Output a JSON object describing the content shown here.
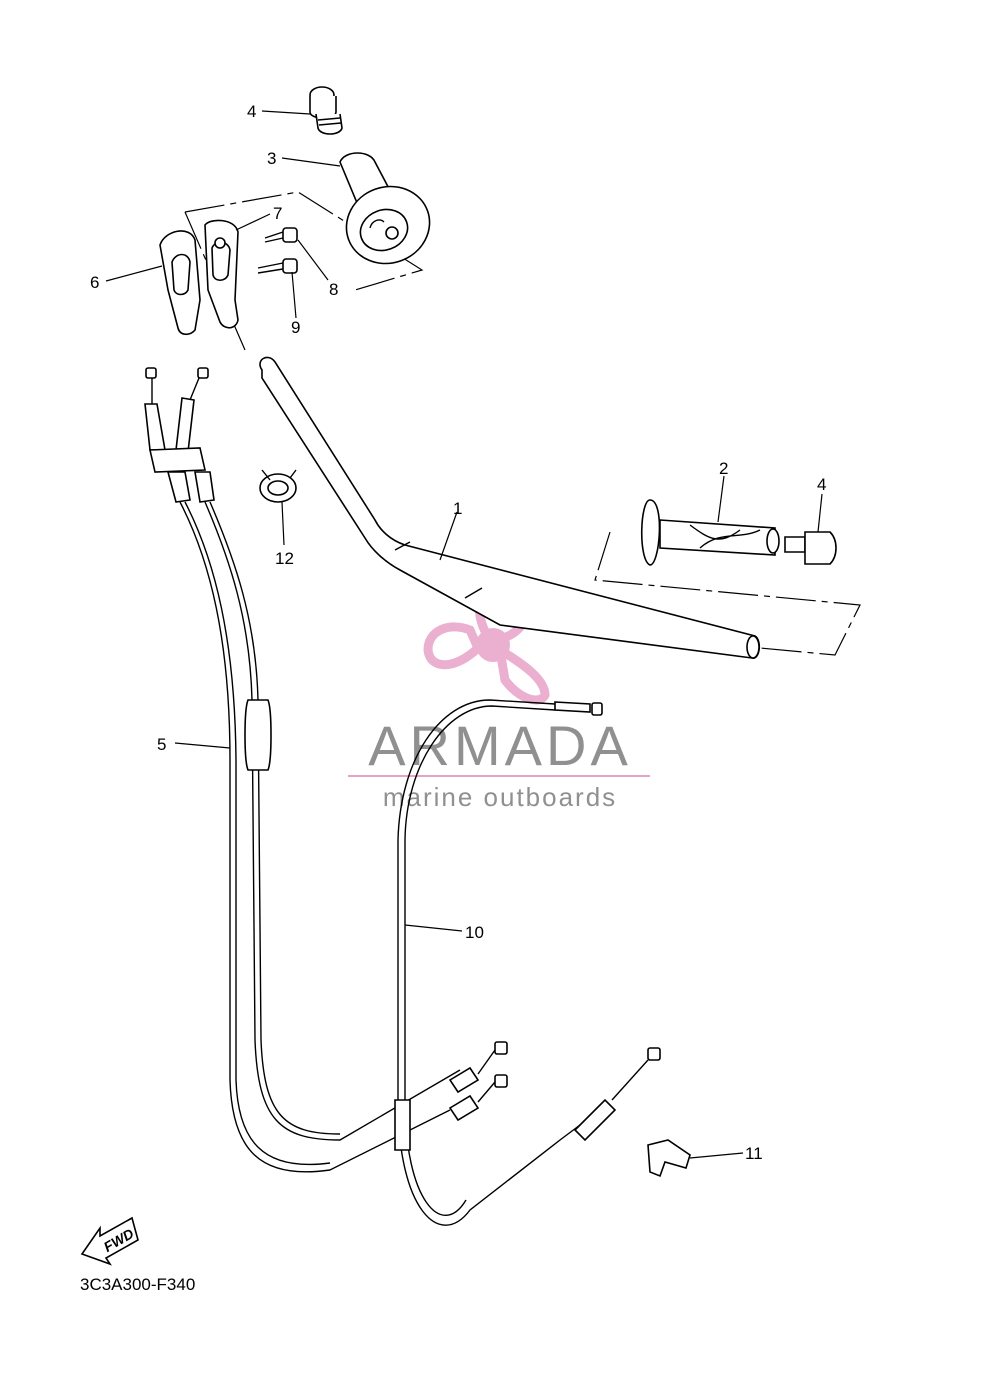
{
  "diagram_code": "3C3A300-F340",
  "fwd_label": "FWD",
  "watermark": {
    "brand": "ARMADA",
    "tagline": "marine outboards",
    "logo_color": "#e8a2c8",
    "text_color": "#909090"
  },
  "callouts": [
    {
      "id": "1",
      "text": "1"
    },
    {
      "id": "2",
      "text": "2"
    },
    {
      "id": "3",
      "text": "3"
    },
    {
      "id": "4a",
      "text": "4"
    },
    {
      "id": "4b",
      "text": "4"
    },
    {
      "id": "5",
      "text": "5"
    },
    {
      "id": "6",
      "text": "6"
    },
    {
      "id": "7",
      "text": "7"
    },
    {
      "id": "8",
      "text": "8"
    },
    {
      "id": "9",
      "text": "9"
    },
    {
      "id": "10",
      "text": "10"
    },
    {
      "id": "11",
      "text": "11"
    },
    {
      "id": "12",
      "text": "12"
    }
  ]
}
